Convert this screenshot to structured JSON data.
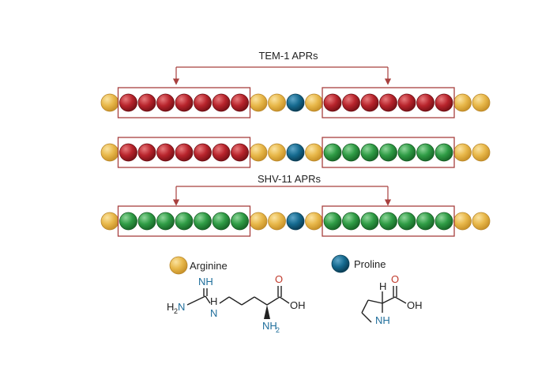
{
  "colors": {
    "arginine": "#e8b84a",
    "proline": "#156a8f",
    "apr_red": "#b8242c",
    "apr_green": "#2f9c45",
    "box": "#a8403e",
    "arrow": "#a8403e",
    "chem_text": "#222222",
    "chem_red": "#c0392b",
    "chem_blue": "#1f6e9b"
  },
  "labels": {
    "tem1": "TEM-1 APRs",
    "shv11": "SHV-11 APRs"
  },
  "chains": [
    {
      "beads": [
        "A",
        "R",
        "R",
        "R",
        "R",
        "R",
        "R",
        "R",
        "A",
        "A",
        "P",
        "A",
        "R",
        "R",
        "R",
        "R",
        "R",
        "R",
        "R",
        "A",
        "A"
      ]
    },
    {
      "beads": [
        "A",
        "R",
        "R",
        "R",
        "R",
        "R",
        "R",
        "R",
        "A",
        "A",
        "P",
        "A",
        "G",
        "G",
        "G",
        "G",
        "G",
        "G",
        "G",
        "A",
        "A"
      ]
    },
    {
      "beads": [
        "A",
        "G",
        "G",
        "G",
        "G",
        "G",
        "G",
        "G",
        "A",
        "A",
        "P",
        "A",
        "G",
        "G",
        "G",
        "G",
        "G",
        "G",
        "G",
        "A",
        "A"
      ]
    }
  ],
  "legend": {
    "arginine": {
      "name": "Arginine",
      "icon": "arginine-bead-icon"
    },
    "proline": {
      "name": "Proline",
      "icon": "proline-bead-icon"
    }
  },
  "arginine_structure": {
    "nh_top": "NH",
    "h2n": "H",
    "h2n_sub": "2",
    "h2n_n": "N",
    "nh_h": "H",
    "nh_n": "N",
    "carbonyl_o": "O",
    "oh": "OH",
    "nh2_n": "NH",
    "nh2_sub": "2"
  },
  "proline_structure": {
    "h": "H",
    "carbonyl_o": "O",
    "oh": "OH",
    "nh": "NH"
  }
}
